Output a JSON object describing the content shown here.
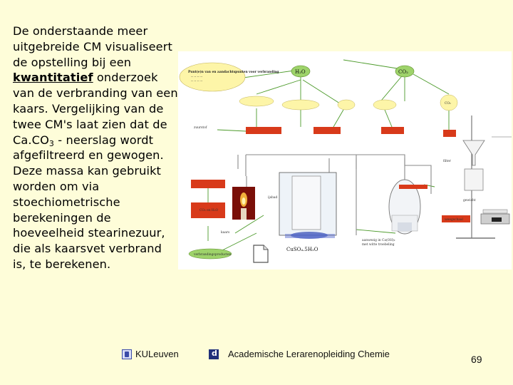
{
  "text": {
    "part1": "De onderstaande meer uitgebreide CM visualiseert de opstelling bij een ",
    "emphasis": "kwantitatief",
    "part2": " onderzoek van de verbranding van een kaars. Vergelijking van de twee CM's laat zien dat de Ca.CO",
    "subscript": "3",
    "part3": " - neerslag wordt afgefiltreerd en gewogen.  Deze massa kan gebruikt worden om via stoechiometrische berekeningen de hoeveelheid stearinezuur, die als kaarsvet verbrand is, te berekenen."
  },
  "figure": {
    "labels": {
      "note_box": "Punt(e)n van en aandachtspunten voor verbranding",
      "h2o_top": "H₂O",
      "co2_top": "CO₂",
      "co2_right": "CO₂",
      "cuso4_label": "CuSO₄.5H₂O",
      "co2_left": "CO₂ en H₂O",
      "weegschaal": "weegschaal",
      "filter": "filter",
      "gewicht": "gewicht",
      "kaars": "kaars",
      "bottom_left": "verbrandingsproducten",
      "bottom_right_1": "aanwezig in Ca(OH)₂",
      "bottom_right_2": "met witte troebeling",
      "ijs": "ijsbad",
      "zuur": "zuurstof"
    }
  },
  "footer": {
    "org": "KULeuven",
    "program": "Academische Lerarenopleiding Chemie",
    "page": "69"
  },
  "colors": {
    "background": "#fefdd9",
    "bubble_yellow": "#fdf5a8",
    "bubble_green": "#9ed36a",
    "bubble_red": "#d83a1a",
    "arrow_green": "#4c9a2a"
  }
}
